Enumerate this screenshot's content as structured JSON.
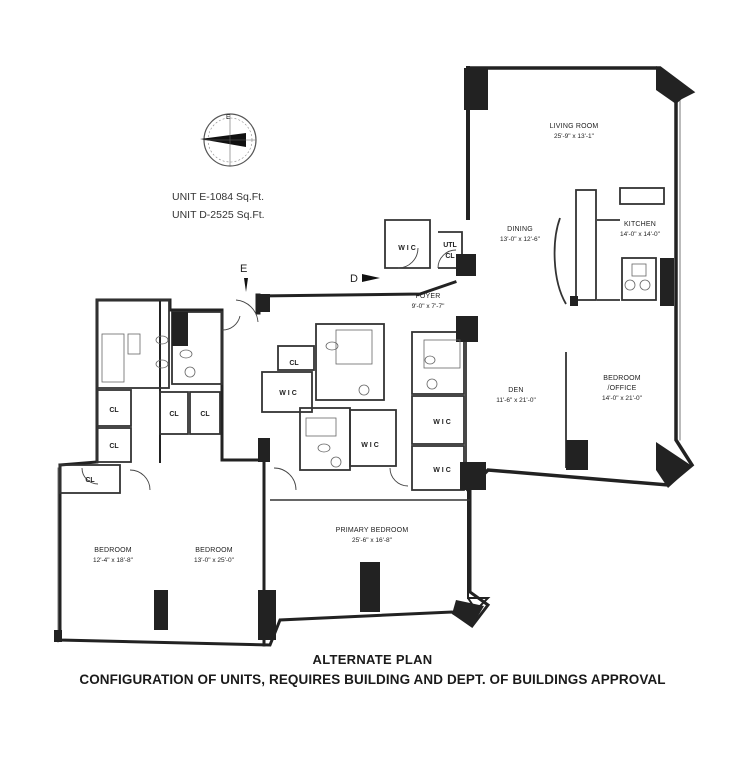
{
  "units": {
    "unit_e": "UNIT E-1084 Sq.Ft.",
    "unit_d": "UNIT D-2525 Sq.Ft."
  },
  "compass": {
    "label": "E"
  },
  "entries": {
    "e": "E",
    "d": "D"
  },
  "rooms": {
    "living_room": {
      "name": "LIVING ROOM",
      "size": "25'-9\" x 13'-1\""
    },
    "dining": {
      "name": "DINING",
      "size": "13'-0\" x 12'-6\""
    },
    "kitchen": {
      "name": "KITCHEN",
      "size": "14'-0\" x 14'-0\""
    },
    "foyer": {
      "name": "FOYER",
      "size": "9'-0\" x 7'-7\""
    },
    "den": {
      "name": "DEN",
      "size": "11'-6\" x 21'-0\""
    },
    "bedroom_office": {
      "name": "BEDROOM",
      "name2": "/OFFICE",
      "size": "14'-0\" x 21'-0\""
    },
    "primary_bedroom": {
      "name": "PRIMARY BEDROOM",
      "size": "25'-6\" x 16'-8\""
    },
    "bedroom_1": {
      "name": "BEDROOM",
      "size": "12'-4\" x 18'-8\""
    },
    "bedroom_2": {
      "name": "BEDROOM",
      "size": "13'-0\" x 25'-0\""
    }
  },
  "closets": {
    "wic": "W I C",
    "cl": "CL",
    "utl": "UTL"
  },
  "captions": {
    "title": "ALTERNATE PLAN",
    "subtitle": "CONFIGURATION OF UNITS, REQUIRES BUILDING AND DEPT. OF BUILDINGS APPROVAL"
  }
}
